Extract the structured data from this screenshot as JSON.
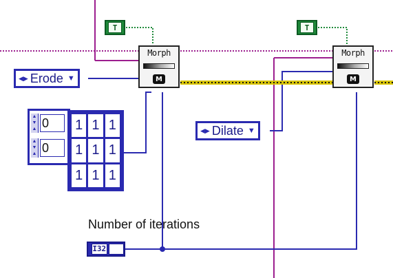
{
  "diagram": {
    "true_constant_label": "T",
    "morph_nodes": [
      {
        "title": "Morph",
        "mode_badge": "M"
      },
      {
        "title": "Morph",
        "mode_badge": "M"
      }
    ],
    "erode_enum": {
      "value": "Erode"
    },
    "dilate_enum": {
      "value": "Dilate"
    },
    "kernel_array": {
      "row_index": "0",
      "col_index": "0",
      "cells": [
        "1",
        "1",
        "1",
        "1",
        "1",
        "1",
        "1",
        "1",
        "1"
      ]
    },
    "iterations_label": "Number of iterations",
    "iterations_terminal": "I32"
  },
  "colors": {
    "image_wire": "#9c1e8e",
    "enum_wire": "#2a2ab0",
    "boolean_wire": "#1f8a3a",
    "error_wire": "#d8c400",
    "error_wire_dots": "#111111"
  }
}
